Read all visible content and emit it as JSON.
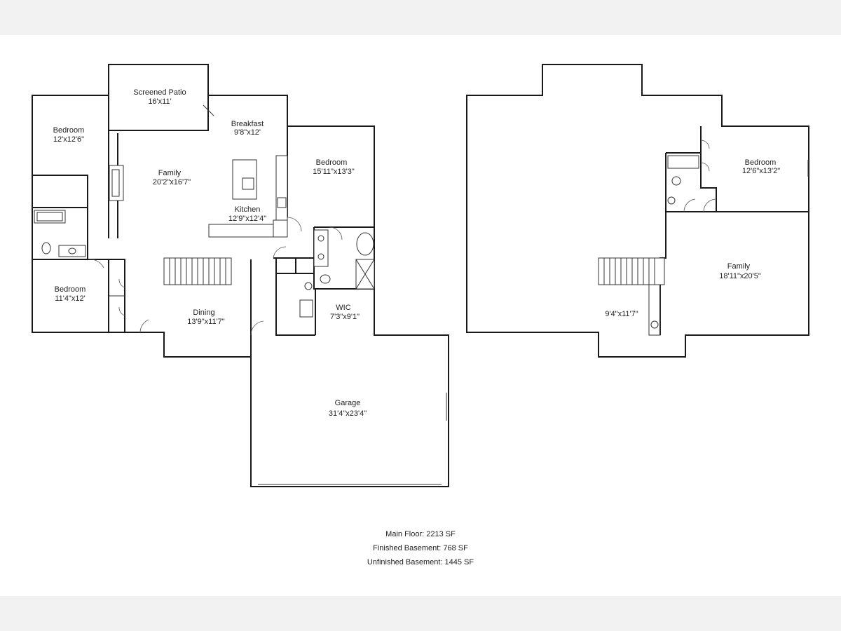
{
  "main_floor": {
    "rooms": [
      {
        "id": "screened-patio",
        "name": "Screened Patio",
        "dims": "16'x11'"
      },
      {
        "id": "breakfast",
        "name": "Breakfast",
        "dims": "9'8\"x12'"
      },
      {
        "id": "bedroom-nw",
        "name": "Bedroom",
        "dims": "12'x12'6\""
      },
      {
        "id": "family",
        "name": "Family",
        "dims": "20'2\"x16'7\""
      },
      {
        "id": "bedroom-ne",
        "name": "Bedroom",
        "dims": "15'11\"x13'3\""
      },
      {
        "id": "kitchen",
        "name": "Kitchen",
        "dims": "12'9\"x12'4\""
      },
      {
        "id": "bedroom-sw",
        "name": "Bedroom",
        "dims": "11'4\"x12'"
      },
      {
        "id": "dining",
        "name": "Dining",
        "dims": "13'9\"x11'7\""
      },
      {
        "id": "wic",
        "name": "WIC",
        "dims": "7'3\"x9'1\""
      },
      {
        "id": "garage",
        "name": "Garage",
        "dims": "31'4\"x23'4\""
      }
    ]
  },
  "basement": {
    "rooms": [
      {
        "id": "bsmt-bedroom",
        "name": "Bedroom",
        "dims": "12'6\"x13'2\""
      },
      {
        "id": "bsmt-family",
        "name": "Family",
        "dims": "18'11\"x20'5\""
      },
      {
        "id": "bsmt-hall",
        "name": "",
        "dims": "9'4\"x11'7\""
      }
    ]
  },
  "summary": {
    "main_floor": "Main Floor: 2213 SF",
    "finished_basement": "Finished Basement: 768 SF",
    "unfinished_basement": "Unfinished Basement: 1445 SF"
  }
}
